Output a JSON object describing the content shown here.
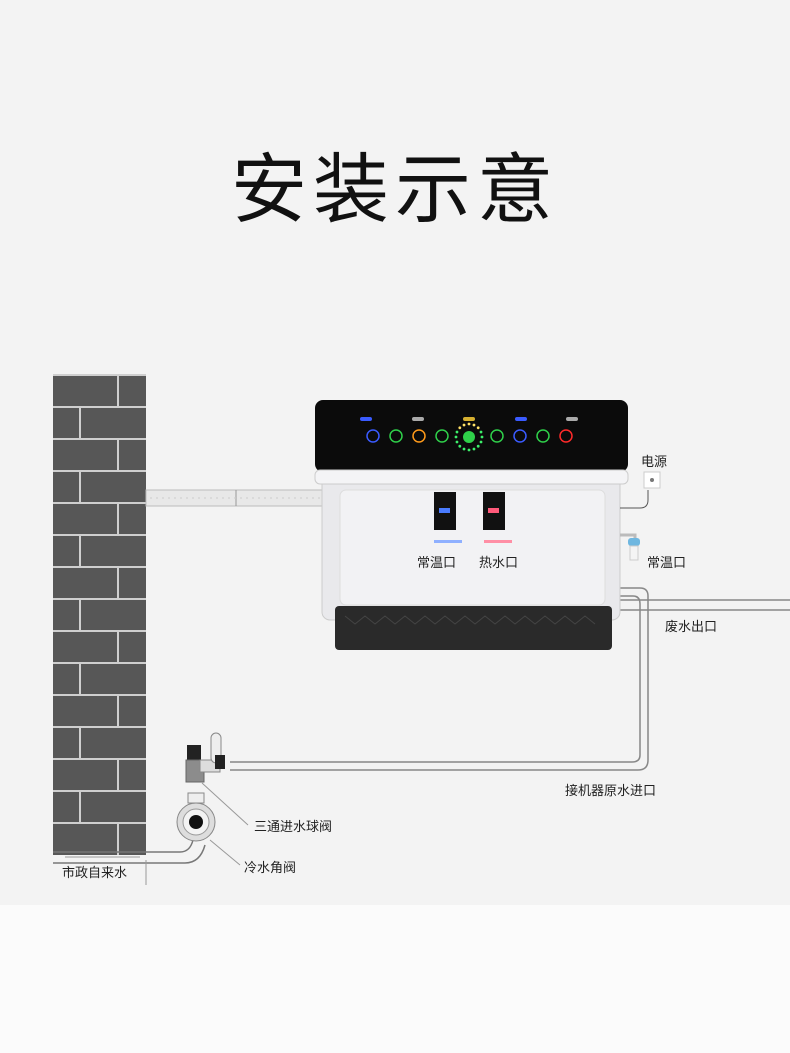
{
  "title": "安装示意",
  "labels": {
    "power": "电源",
    "normal_temp_port": "常温口",
    "hot_water_port": "热水口",
    "side_normal_temp_port": "常温口",
    "waste_outlet": "废水出口",
    "machine_inlet": "接机器原水进口",
    "three_way_valve": "三通进水球阀",
    "cold_angle_valve": "冷水角阀",
    "municipal_water": "市政自来水"
  },
  "colors": {
    "background": "#f3f3f3",
    "brick": "#555555",
    "panel": "#0b0b0b",
    "cold_indicator": "#4a7cff",
    "hot_indicator": "#ff5a7a"
  }
}
